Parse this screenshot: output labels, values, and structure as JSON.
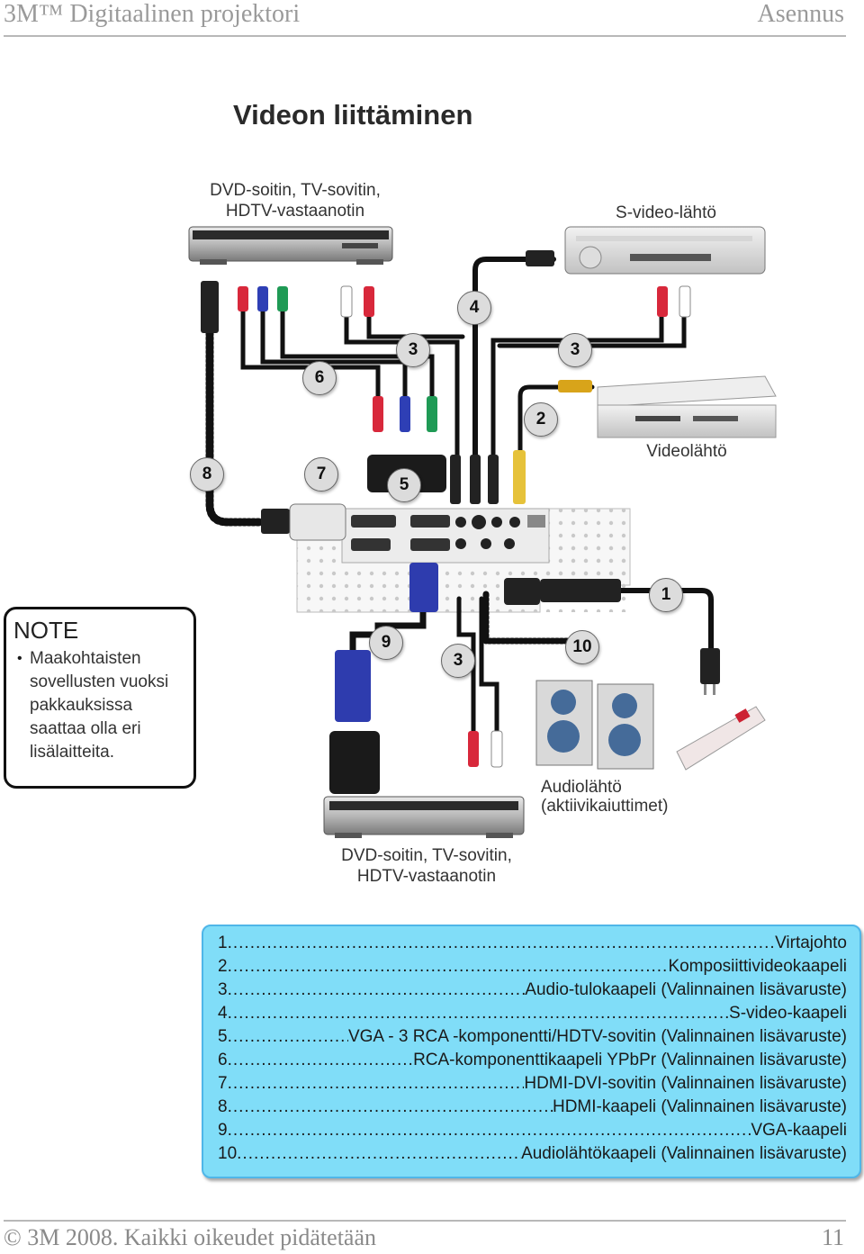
{
  "header": {
    "left": "3M™ Digitaalinen projektori",
    "right": "Asennus"
  },
  "title": "Videon liittäminen",
  "devices": {
    "dvd_top": [
      "DVD-soitin, TV-sovitin,",
      "HDTV-vastaanotin"
    ],
    "svideo_out": "S-video-lähtö",
    "video_out": "Videolähtö",
    "audio_out": [
      "Audiolähtö",
      "(aktiivikaiuttimet)"
    ],
    "dvd_bottom": [
      "DVD-soitin, TV-sovitin,",
      "HDTV-vastaanotin"
    ]
  },
  "callouts": {
    "c4": "4",
    "c3a": "3",
    "c3b": "3",
    "c6": "6",
    "c2": "2",
    "c8": "8",
    "c7": "7",
    "c5": "5",
    "c1": "1",
    "c9": "9",
    "c3c": "3",
    "c10": "10"
  },
  "note": {
    "title": "NOTE",
    "bullet": "•",
    "text": "Maakohtaisten sovellusten vuoksi pakkauksissa saattaa olla eri lisälaitteita."
  },
  "legend": [
    {
      "num": "1",
      "text": "Virtajohto"
    },
    {
      "num": "2",
      "text": "Komposiittivideokaapeli"
    },
    {
      "num": "3",
      "text": "Audio-tulokaapeli (Valinnainen lisävaruste)"
    },
    {
      "num": "4",
      "text": "S-video-kaapeli"
    },
    {
      "num": "5",
      "text": "VGA - 3 RCA -komponentti/HDTV-sovitin (Valinnainen lisävaruste)"
    },
    {
      "num": "6",
      "text": " RCA-komponenttikaapeli YPbPr (Valinnainen lisävaruste)"
    },
    {
      "num": "7",
      "text": "HDMI-DVI-sovitin (Valinnainen lisävaruste)"
    },
    {
      "num": "8",
      "text": "HDMI-kaapeli (Valinnainen lisävaruste)"
    },
    {
      "num": "9",
      "text": "VGA-kaapeli"
    },
    {
      "num": "10",
      "text": " Audiolähtökaapeli (Valinnainen lisävaruste)"
    }
  ],
  "footer": {
    "left": "© 3M 2008.  Kaikki oikeudet pidätetään",
    "right": "11"
  }
}
